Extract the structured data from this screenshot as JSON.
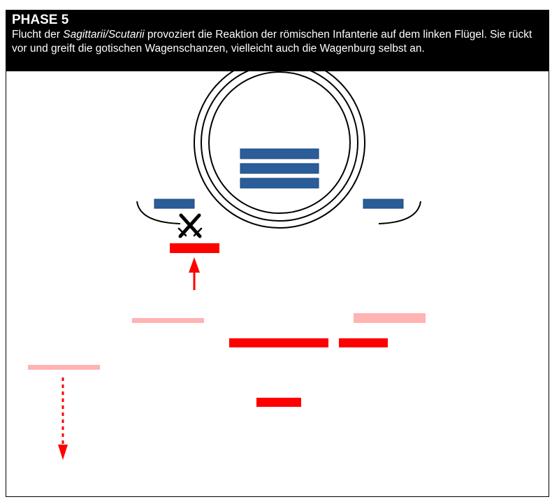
{
  "header": {
    "title": "PHASE 5",
    "desc_pre": "Flucht der ",
    "desc_italic": "Sagittarii/Scutarii",
    "desc_post": " provoziert die Reaktion der römischen Infanterie auf dem linken Flügel. Sie rückt vor und greift die gotischen Wagenschanzen, vielleicht auch die Wagenburg selbst an."
  },
  "colors": {
    "goths": "#2a5d9a",
    "roman": "#ff0000",
    "roman_faded": "#ffb3b3",
    "lines": "#000000"
  },
  "icons": [
    "crossed-swords-icon",
    "arrow-up-icon",
    "dotted-arrow-down-icon"
  ]
}
